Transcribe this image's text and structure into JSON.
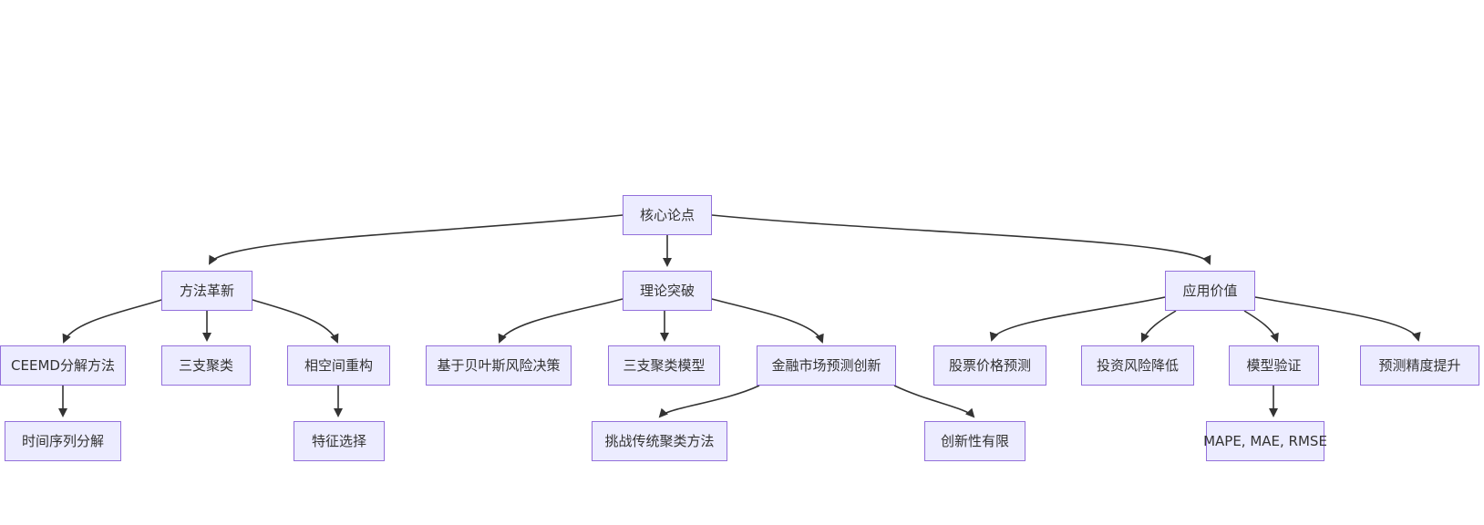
{
  "diagram": {
    "type": "flowchart",
    "direction": "top-down",
    "nodes": [
      {
        "id": "core",
        "label": "核心论点"
      },
      {
        "id": "method",
        "label": "方法革新"
      },
      {
        "id": "theory",
        "label": "理论突破"
      },
      {
        "id": "application",
        "label": "应用价值"
      },
      {
        "id": "ceemd",
        "label": "CEEMD分解方法"
      },
      {
        "id": "threeway",
        "label": "三支聚类"
      },
      {
        "id": "phasespace",
        "label": "相空间重构"
      },
      {
        "id": "bayes",
        "label": "基于贝叶斯风险决策"
      },
      {
        "id": "twcmodel",
        "label": "三支聚类模型"
      },
      {
        "id": "finmarket",
        "label": "金融市场预测创新"
      },
      {
        "id": "stock",
        "label": "股票价格预测"
      },
      {
        "id": "risk",
        "label": "投资风险降低"
      },
      {
        "id": "validation",
        "label": "模型验证"
      },
      {
        "id": "accuracy",
        "label": "预测精度提升"
      },
      {
        "id": "tsdecomp",
        "label": "时间序列分解"
      },
      {
        "id": "feature",
        "label": "特征选择"
      },
      {
        "id": "challenge",
        "label": "挑战传统聚类方法"
      },
      {
        "id": "limited",
        "label": "创新性有限"
      },
      {
        "id": "metrics",
        "label": "MAPE, MAE, RMSE"
      }
    ],
    "edges": [
      {
        "from": "核心论点",
        "to": "方法革新"
      },
      {
        "from": "核心论点",
        "to": "理论突破"
      },
      {
        "from": "核心论点",
        "to": "应用价值"
      },
      {
        "from": "方法革新",
        "to": "CEEMD分解方法"
      },
      {
        "from": "方法革新",
        "to": "三支聚类"
      },
      {
        "from": "方法革新",
        "to": "相空间重构"
      },
      {
        "from": "CEEMD分解方法",
        "to": "时间序列分解"
      },
      {
        "from": "相空间重构",
        "to": "特征选择"
      },
      {
        "from": "理论突破",
        "to": "基于贝叶斯风险决策"
      },
      {
        "from": "理论突破",
        "to": "三支聚类模型"
      },
      {
        "from": "理论突破",
        "to": "金融市场预测创新"
      },
      {
        "from": "金融市场预测创新",
        "to": "挑战传统聚类方法"
      },
      {
        "from": "金融市场预测创新",
        "to": "创新性有限"
      },
      {
        "from": "应用价值",
        "to": "股票价格预测"
      },
      {
        "from": "应用价值",
        "to": "投资风险降低"
      },
      {
        "from": "应用价值",
        "to": "模型验证"
      },
      {
        "from": "应用价值",
        "to": "预测精度提升"
      },
      {
        "from": "模型验证",
        "to": "MAPE, MAE, RMSE"
      }
    ]
  },
  "colors": {
    "background": "#ffffff",
    "node_fill": "#ECECFF",
    "node_border": "#9370DB",
    "edge_color": "#333333",
    "text_color": "#333333"
  }
}
